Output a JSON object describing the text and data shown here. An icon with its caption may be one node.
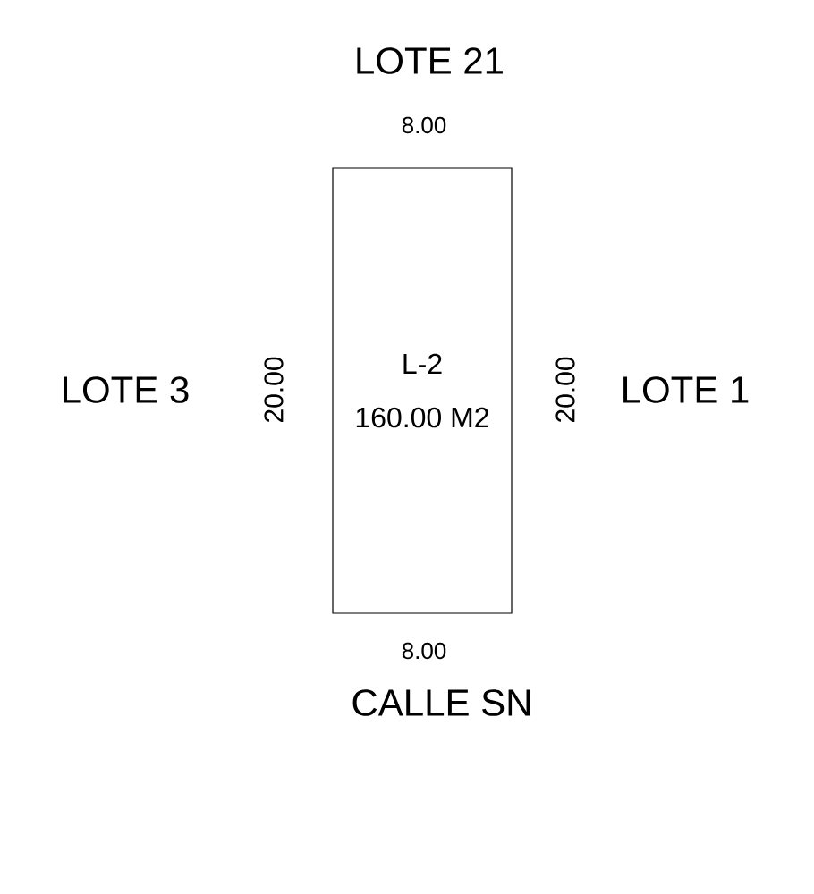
{
  "diagram": {
    "nodes": [
      {
        "text": [
          "L-2",
          "160.00 M2"
        ]
      }
    ],
    "labels": [
      "LOTE 21",
      "8.00",
      "LOTE 3",
      "20.00",
      "20.00",
      "LOTE 1",
      "8.00",
      "CALLE SN"
    ]
  }
}
